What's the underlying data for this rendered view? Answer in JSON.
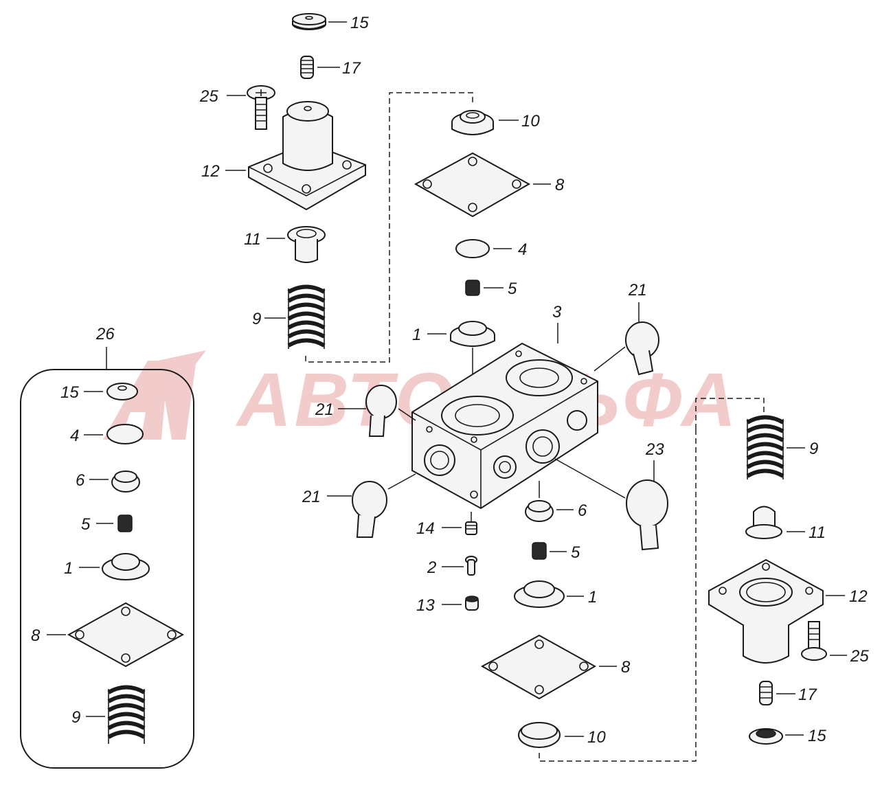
{
  "watermark": {
    "text": "АВТОАЛЬФА",
    "color": "#e8a2a2"
  },
  "callouts": [
    {
      "id": "c-15-top",
      "text": "15"
    },
    {
      "id": "c-17-top",
      "text": "17"
    },
    {
      "id": "c-25-top",
      "text": "25"
    },
    {
      "id": "c-12-top",
      "text": "12"
    },
    {
      "id": "c-11-top",
      "text": "11"
    },
    {
      "id": "c-9-top",
      "text": "9"
    },
    {
      "id": "c-10-top",
      "text": "10"
    },
    {
      "id": "c-8-top",
      "text": "8"
    },
    {
      "id": "c-4-top",
      "text": "4"
    },
    {
      "id": "c-5-top",
      "text": "5"
    },
    {
      "id": "c-1-top",
      "text": "1"
    },
    {
      "id": "c-3",
      "text": "3"
    },
    {
      "id": "c-21-right",
      "text": "21"
    },
    {
      "id": "c-21-mid",
      "text": "21"
    },
    {
      "id": "c-21-left",
      "text": "21"
    },
    {
      "id": "c-23",
      "text": "23"
    },
    {
      "id": "c-6-mid",
      "text": "6"
    },
    {
      "id": "c-14",
      "text": "14"
    },
    {
      "id": "c-5-mid",
      "text": "5"
    },
    {
      "id": "c-2",
      "text": "2"
    },
    {
      "id": "c-1-mid",
      "text": "1"
    },
    {
      "id": "c-13",
      "text": "13"
    },
    {
      "id": "c-8-mid",
      "text": "8"
    },
    {
      "id": "c-10-mid",
      "text": "10"
    },
    {
      "id": "c-9-right",
      "text": "9"
    },
    {
      "id": "c-11-right",
      "text": "11"
    },
    {
      "id": "c-12-right",
      "text": "12"
    },
    {
      "id": "c-25-right",
      "text": "25"
    },
    {
      "id": "c-17-right",
      "text": "17"
    },
    {
      "id": "c-15-right",
      "text": "15"
    },
    {
      "id": "c-26",
      "text": "26"
    },
    {
      "id": "c-15-kit",
      "text": "15"
    },
    {
      "id": "c-4-kit",
      "text": "4"
    },
    {
      "id": "c-6-kit",
      "text": "6"
    },
    {
      "id": "c-5-kit",
      "text": "5"
    },
    {
      "id": "c-1-kit",
      "text": "1"
    },
    {
      "id": "c-8-kit",
      "text": "8"
    },
    {
      "id": "c-9-kit",
      "text": "9"
    }
  ]
}
